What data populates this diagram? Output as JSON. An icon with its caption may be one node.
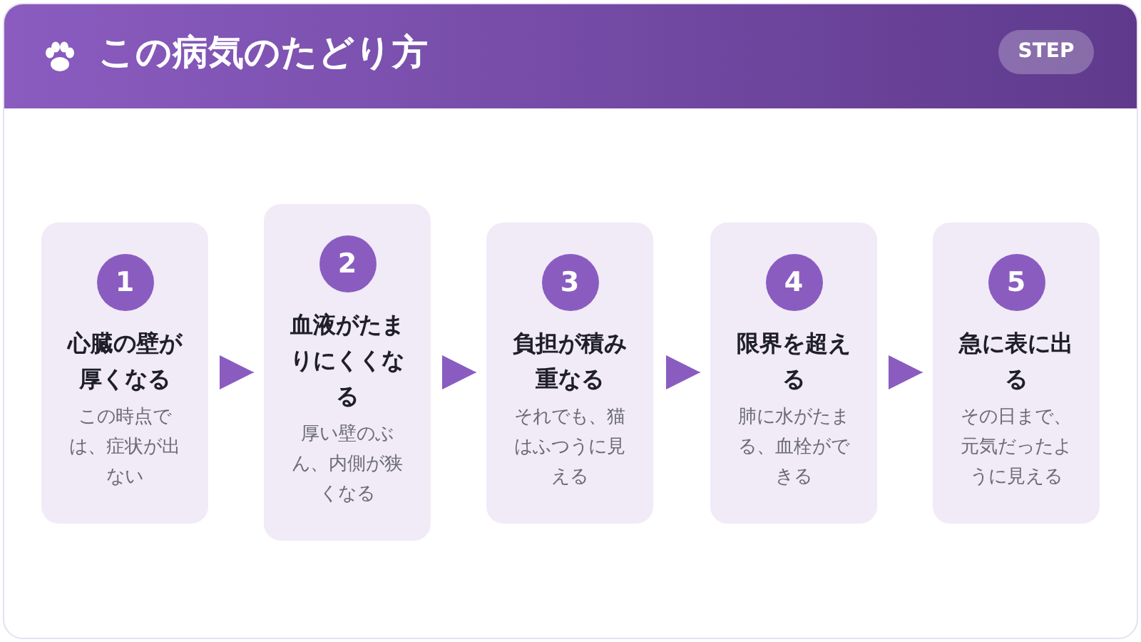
{
  "diagram": {
    "title": "この病気のたどり方",
    "nodes": [
      {
        "text": [
          "1",
          "心臓の壁が厚くなる",
          "この時点では、症状が出ない"
        ]
      },
      {
        "text": [
          "2",
          "血液がたまりにくくなる",
          "厚い壁のぶん、内側が狭くなる"
        ]
      },
      {
        "text": [
          "3",
          "負担が積み重なる",
          "それでも、猫はふつうに見える"
        ]
      },
      {
        "text": [
          "4",
          "限界を超える",
          "肺に水がたまる、血栓ができる"
        ]
      },
      {
        "text": [
          "5",
          "急に表に出る",
          "その日まで、元気だったように見える"
        ]
      }
    ],
    "edges": [
      {
        "from": 0,
        "to": 1,
        "arrow": "to"
      },
      {
        "from": 1,
        "to": 2,
        "arrow": "to"
      },
      {
        "from": 2,
        "to": 3,
        "arrow": "to"
      },
      {
        "from": 3,
        "to": 4,
        "arrow": "to"
      }
    ],
    "labels": [
      "STEP"
    ]
  }
}
